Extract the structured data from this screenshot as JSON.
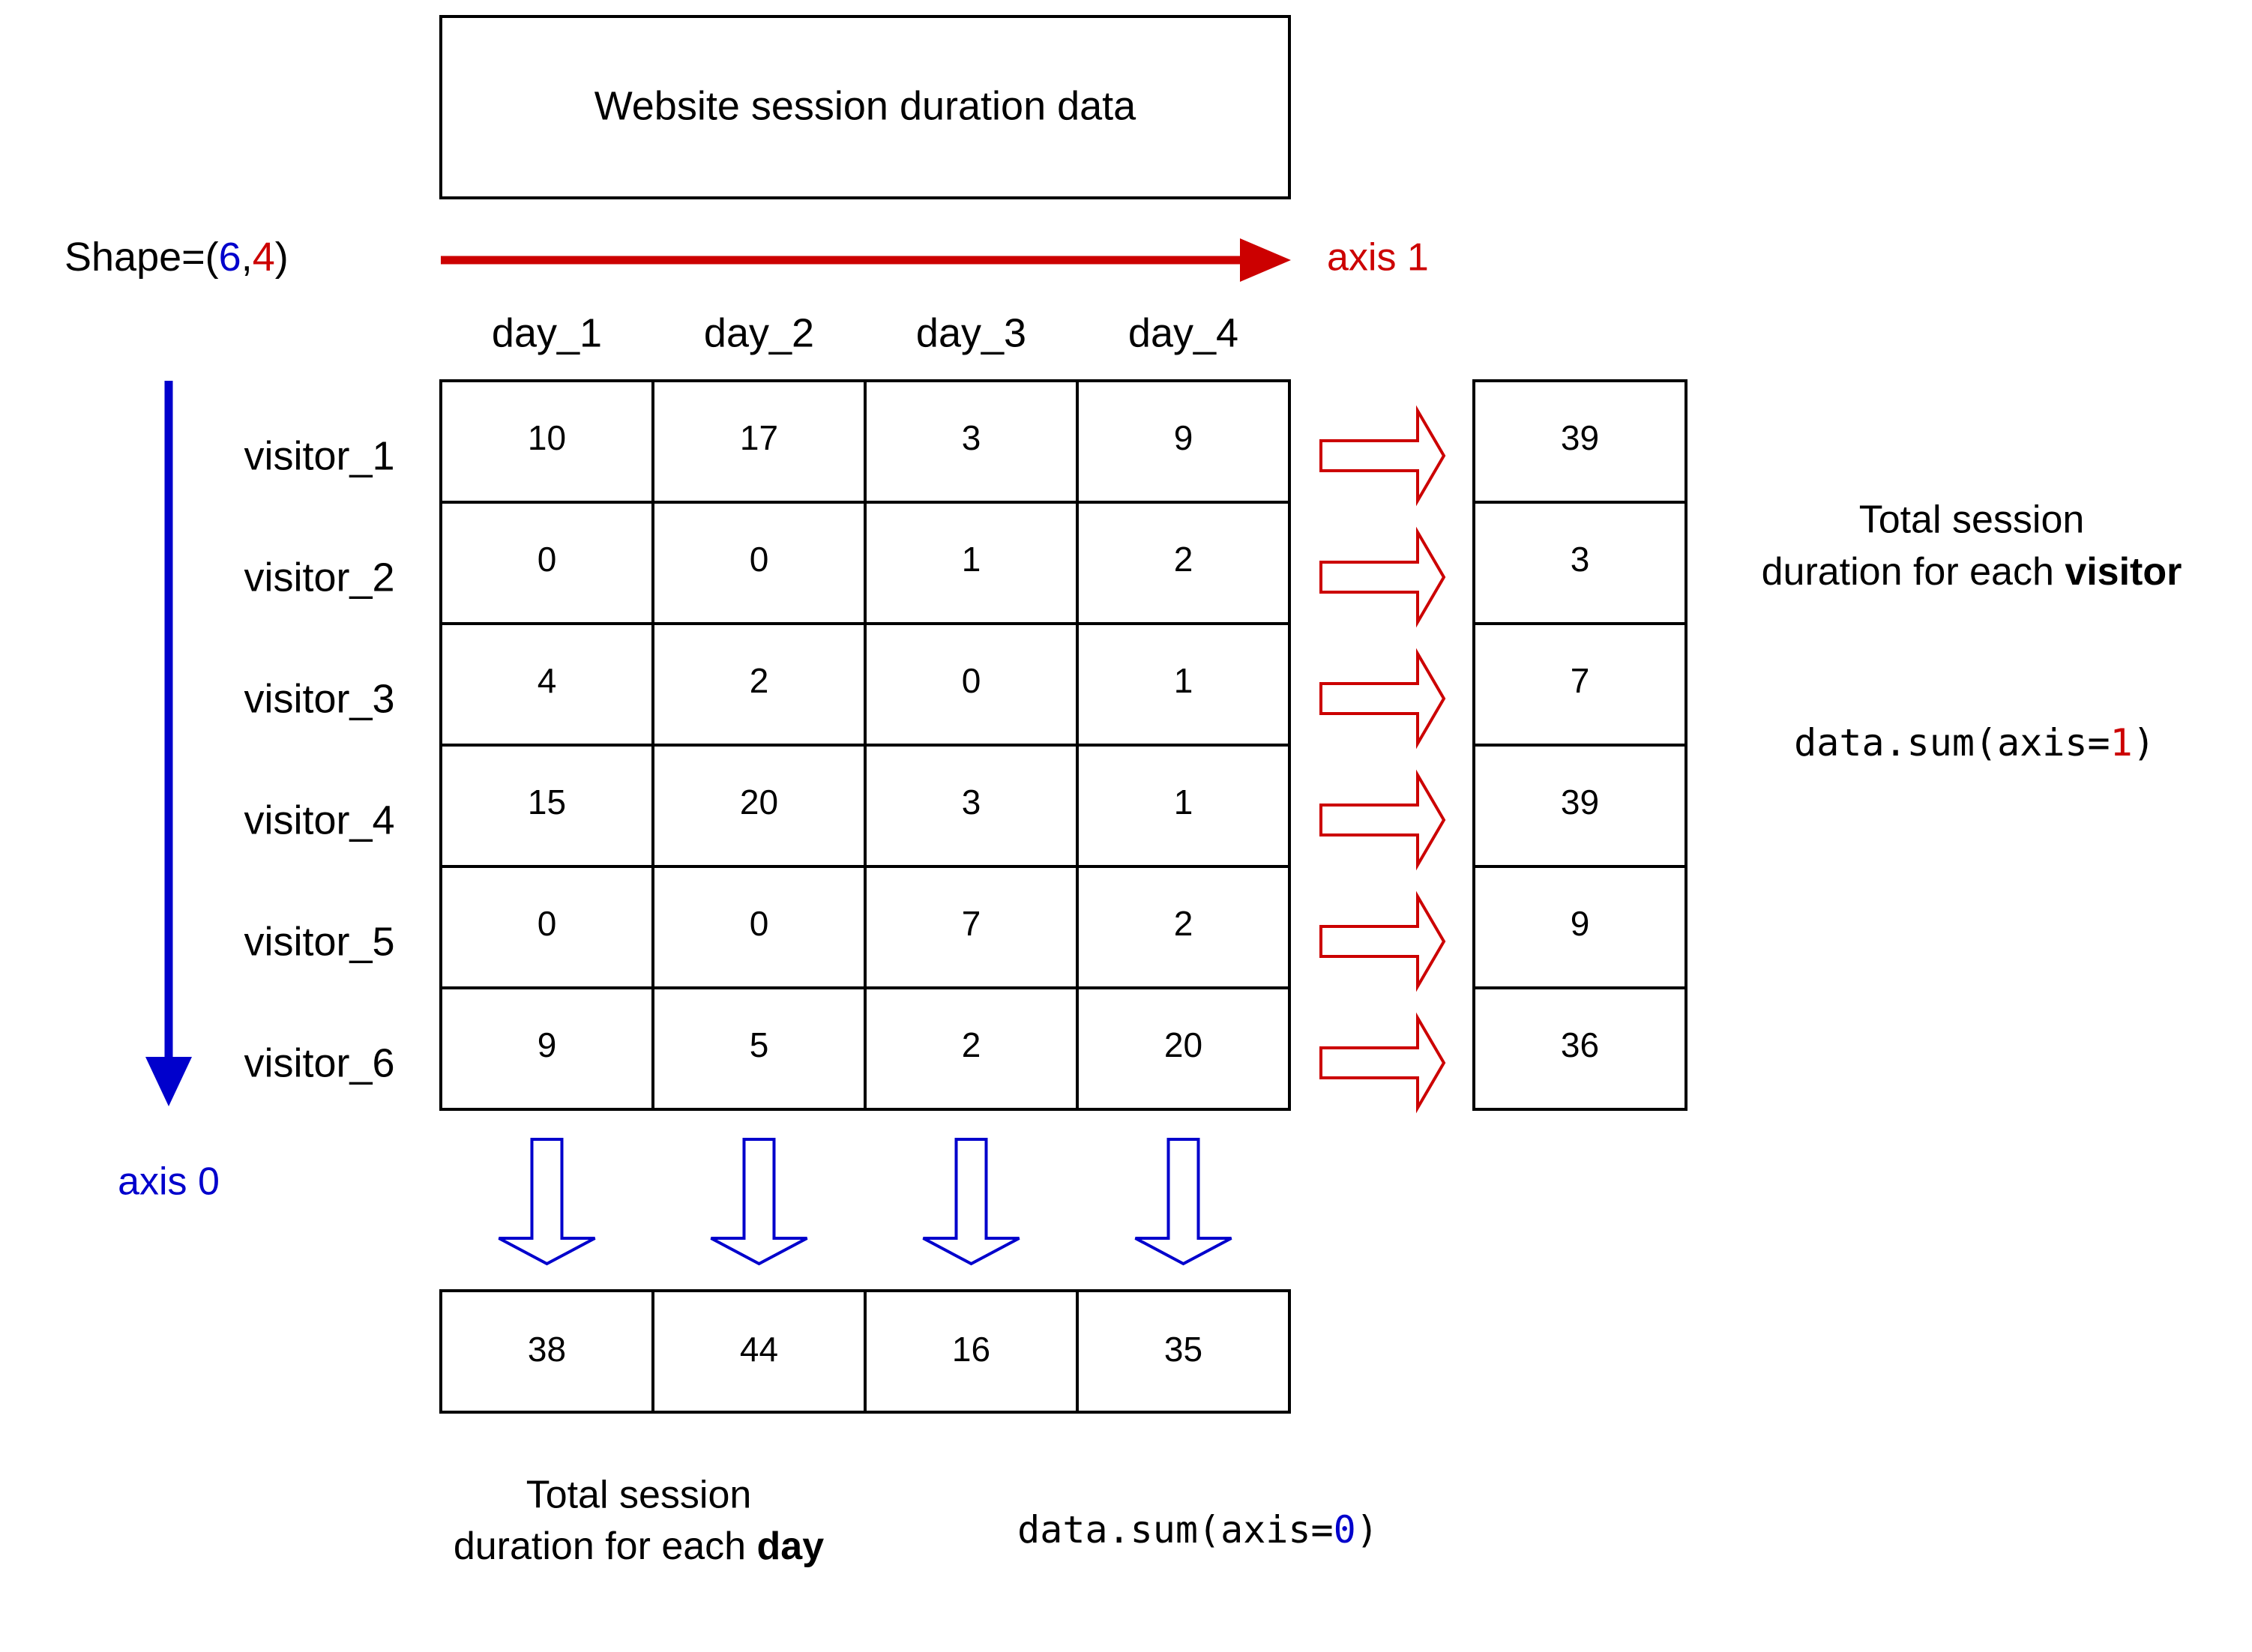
{
  "title": "Website session duration data",
  "shape": {
    "prefix": "Shape=(",
    "rows": "6",
    "sep": ",",
    "cols": "4",
    "suffix": ")"
  },
  "axis1_label": "axis 1",
  "axis0_label": "axis 0",
  "columns": [
    "day_1",
    "day_2",
    "day_3",
    "day_4"
  ],
  "rows": [
    "visitor_1",
    "visitor_2",
    "visitor_3",
    "visitor_4",
    "visitor_5",
    "visitor_6"
  ],
  "values": [
    [
      "10",
      "17",
      "3",
      "9"
    ],
    [
      "0",
      "0",
      "1",
      "2"
    ],
    [
      "4",
      "2",
      "0",
      "1"
    ],
    [
      "15",
      "20",
      "3",
      "1"
    ],
    [
      "0",
      "0",
      "7",
      "2"
    ],
    [
      "9",
      "5",
      "2",
      "20"
    ]
  ],
  "row_sums": [
    "39",
    "3",
    "7",
    "39",
    "9",
    "36"
  ],
  "col_sums": [
    "38",
    "44",
    "16",
    "35"
  ],
  "visitor_caption": {
    "line1": "Total session",
    "line2_prefix": "duration for each ",
    "line2_bold": "visitor"
  },
  "day_caption": {
    "line1": "Total session",
    "line2_prefix": "duration for each ",
    "line2_bold": "day"
  },
  "code_axis1": {
    "prefix": "data.sum(axis=",
    "value": "1",
    "suffix": ")"
  },
  "code_axis0": {
    "prefix": "data.sum(axis=",
    "value": "0",
    "suffix": ")"
  },
  "colors": {
    "axis0": "#0000cc",
    "axis1": "#cc0000",
    "line": "#000000"
  }
}
